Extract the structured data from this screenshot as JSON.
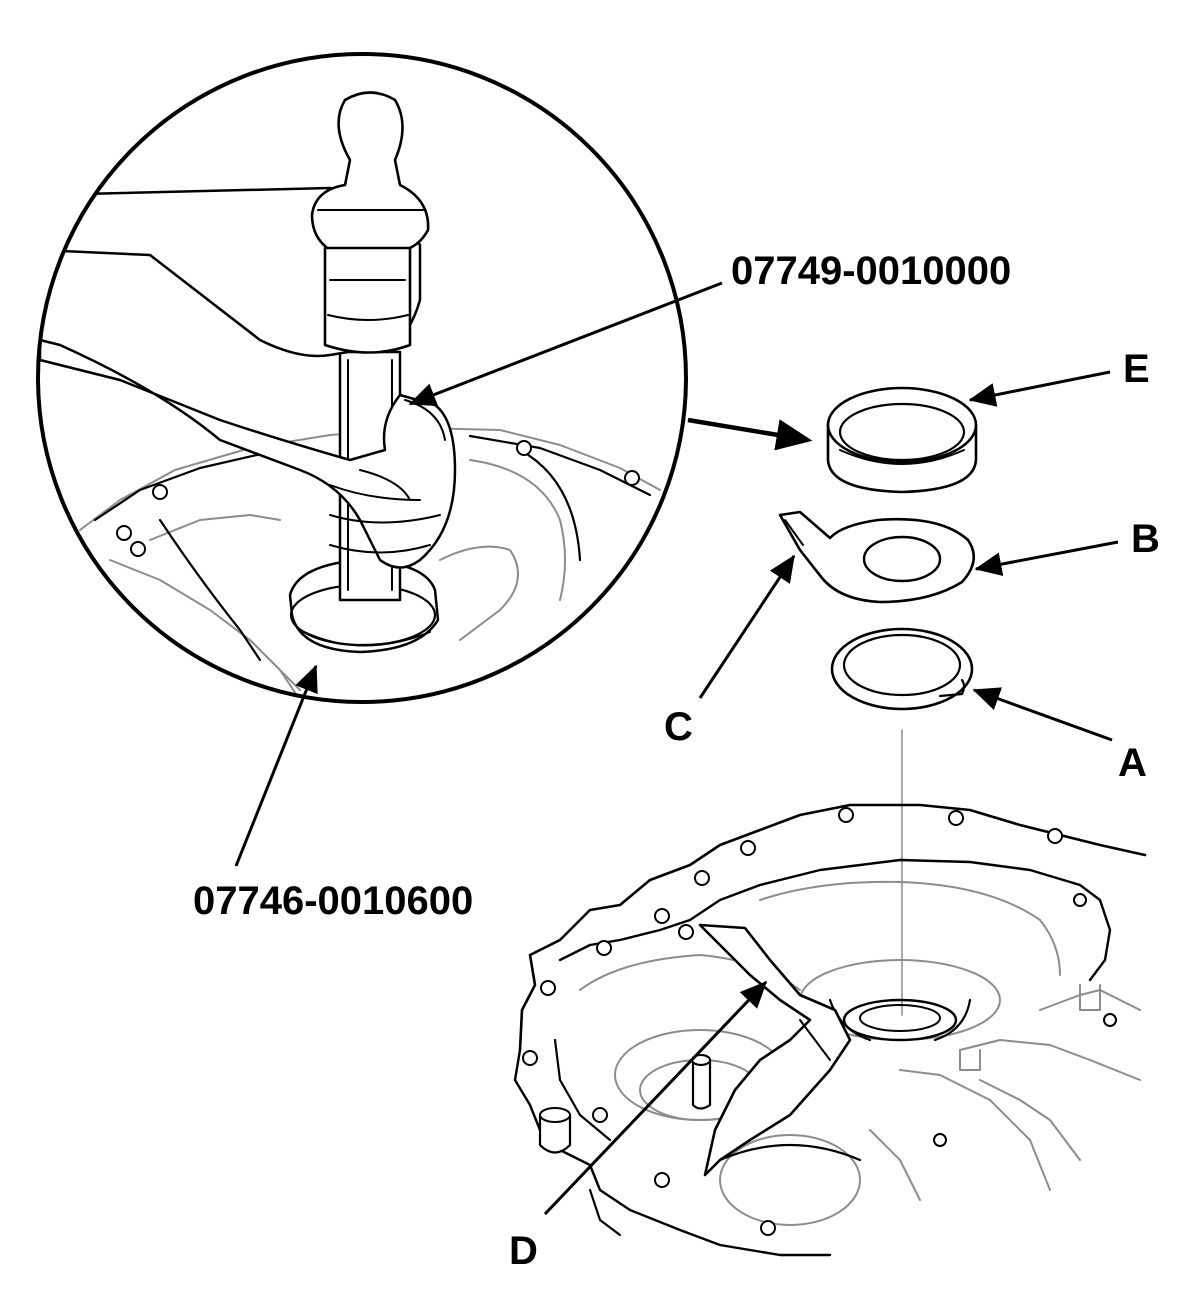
{
  "labels": {
    "tool_driver": "07749-0010000",
    "tool_attachment": "07746-0010600",
    "part_a": "A",
    "part_b": "B",
    "part_c": "C",
    "part_d": "D",
    "part_e": "E"
  },
  "icons": {
    "magnified_view": "detail-circle-hammer-driver",
    "case": "transmission-housing",
    "rings": [
      "snap-ring",
      "thrust-washer",
      "bearing-race"
    ]
  },
  "colors": {
    "ink": "#000000",
    "faint_ink": "#8c8c8c",
    "background": "#ffffff"
  }
}
